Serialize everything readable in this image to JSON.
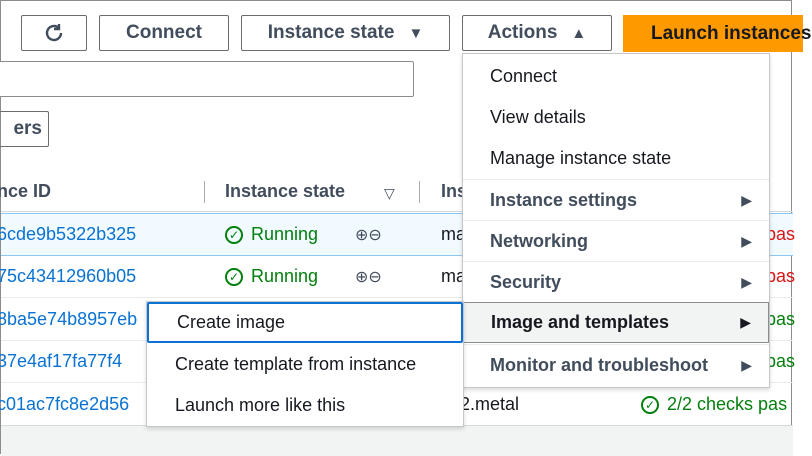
{
  "toolbar": {
    "refresh_icon": "refresh-icon",
    "connect": "Connect",
    "instance_state": "Instance state",
    "actions": "Actions",
    "launch": "Launch instances"
  },
  "filters": {
    "label": "ers"
  },
  "table": {
    "headers": [
      "nce ID",
      "Instance state",
      "Ins"
    ],
    "rows": [
      {
        "id": "6cde9b5322b325",
        "state": "Running",
        "type": "ma",
        "status": "pas"
      },
      {
        "id": "75c43412960b05",
        "state": "Running",
        "type": "ma",
        "status": "pas"
      },
      {
        "id": "8ba5e74b8957eb",
        "status": "pas"
      },
      {
        "id": "37e4af17fa77f4",
        "status": "pas"
      },
      {
        "id": "c01ac7fc8e2d56",
        "type": "ac2.metal",
        "status": "2/2 checks pas"
      }
    ]
  },
  "actions_menu": {
    "items": [
      {
        "label": "Connect"
      },
      {
        "label": "View details"
      },
      {
        "label": "Manage instance state"
      },
      {
        "label": "Instance settings"
      },
      {
        "label": "Networking"
      },
      {
        "label": "Security"
      },
      {
        "label": "Image and templates"
      },
      {
        "label": "Monitor and troubleshoot"
      }
    ]
  },
  "submenu": {
    "items": [
      {
        "label": "Create image"
      },
      {
        "label": "Create template from instance"
      },
      {
        "label": "Launch more like this"
      }
    ]
  },
  "colors": {
    "accent": "#ff9900",
    "link": "#0972d3",
    "success": "#037f0c",
    "error": "#d91515"
  }
}
